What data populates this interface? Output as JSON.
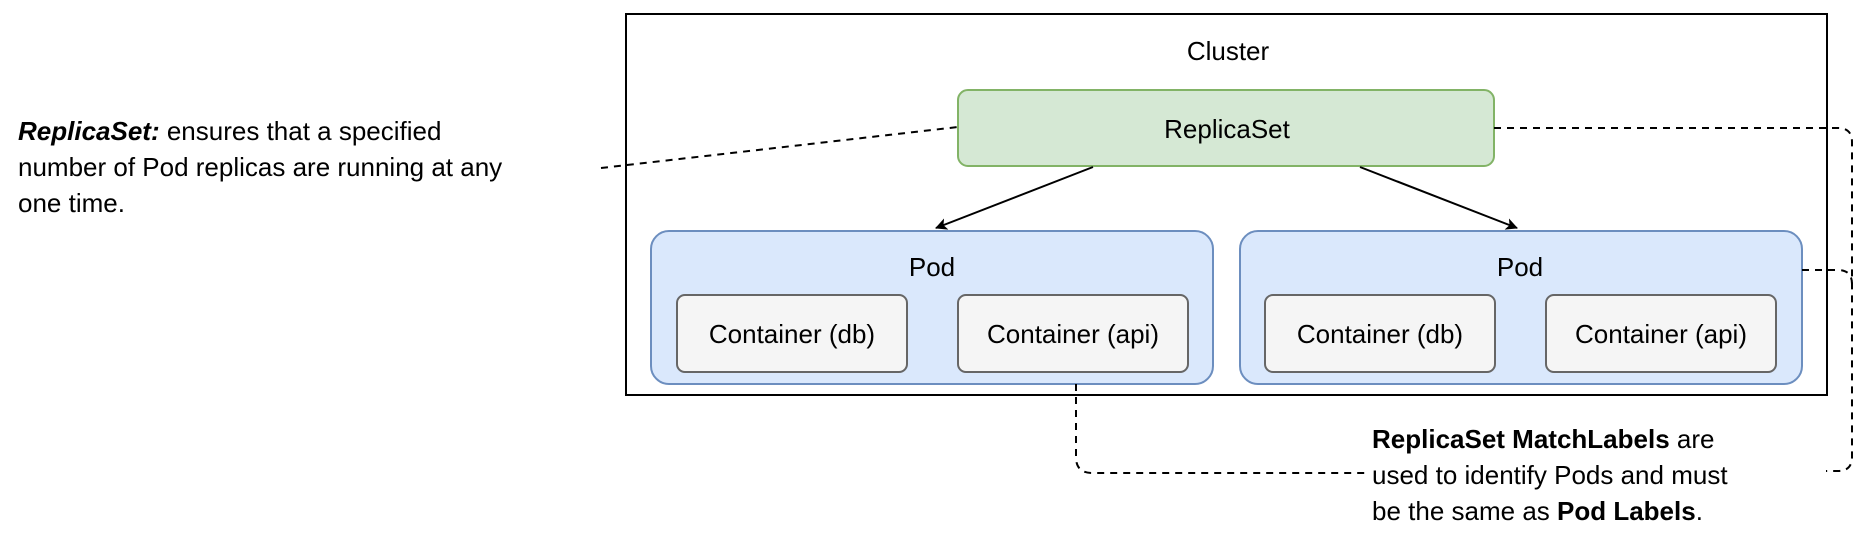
{
  "cluster": {
    "label": "Cluster"
  },
  "replicaset": {
    "label": "ReplicaSet",
    "fill": "#d5e8d4",
    "stroke": "#82b366"
  },
  "pods": [
    {
      "label": "Pod",
      "containers": [
        {
          "label": "Container (db)"
        },
        {
          "label": "Container (api)"
        }
      ]
    },
    {
      "label": "Pod",
      "containers": [
        {
          "label": "Container (db)"
        },
        {
          "label": "Container (api)"
        }
      ]
    }
  ],
  "colors": {
    "pod_fill": "#dae8fc",
    "pod_stroke": "#6c8ebf",
    "container_fill": "#f5f5f5",
    "container_stroke": "#666666",
    "line": "#000000"
  },
  "notes": {
    "replicaset_note": {
      "term": "ReplicaSet",
      "colon": ":",
      "text_line1": " ensures that a specified",
      "text_line2": "number of Pod replicas are running at any",
      "text_line3": "one time."
    },
    "matchlabels_note": {
      "term1": "ReplicaSet MatchLabels",
      "text1": " are",
      "text_line2": "used to identify Pods and must",
      "text_line3_pre": "be the same as ",
      "term2": "Pod Labels",
      "text_line3_post": "."
    }
  }
}
